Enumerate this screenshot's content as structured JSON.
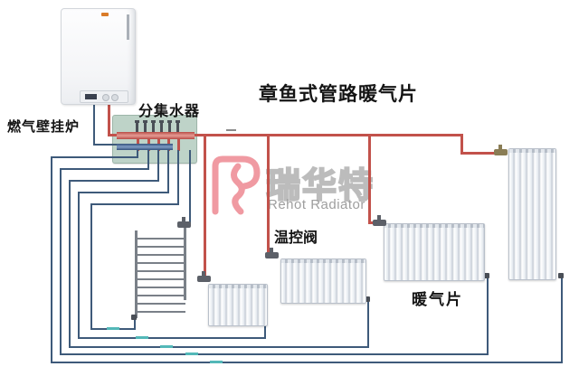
{
  "title": "章鱼式管路暖气片",
  "labels": {
    "boiler": "燃气壁挂炉",
    "manifold": "分集水器",
    "thermostatic_valve": "温控阀",
    "radiator": "暖气片"
  },
  "watermark": {
    "brand_cn": "瑞华特",
    "brand_en": "Rehot Radiator"
  },
  "components": {
    "boiler": "gas wall-hung boiler",
    "manifold": "supply/return manifold",
    "radiators": [
      "towel-ladder-radiator",
      "small-radiator",
      "medium-radiator",
      "large-radiator",
      "tall-radiator"
    ]
  },
  "colors": {
    "supply_pipe": "#c2524b",
    "return_pipe": "#3e5a7a",
    "manifold_bg": "#bed3c8",
    "watermark_pink": "#f09aa2",
    "pipe_label_teal": "#53b8b8"
  }
}
